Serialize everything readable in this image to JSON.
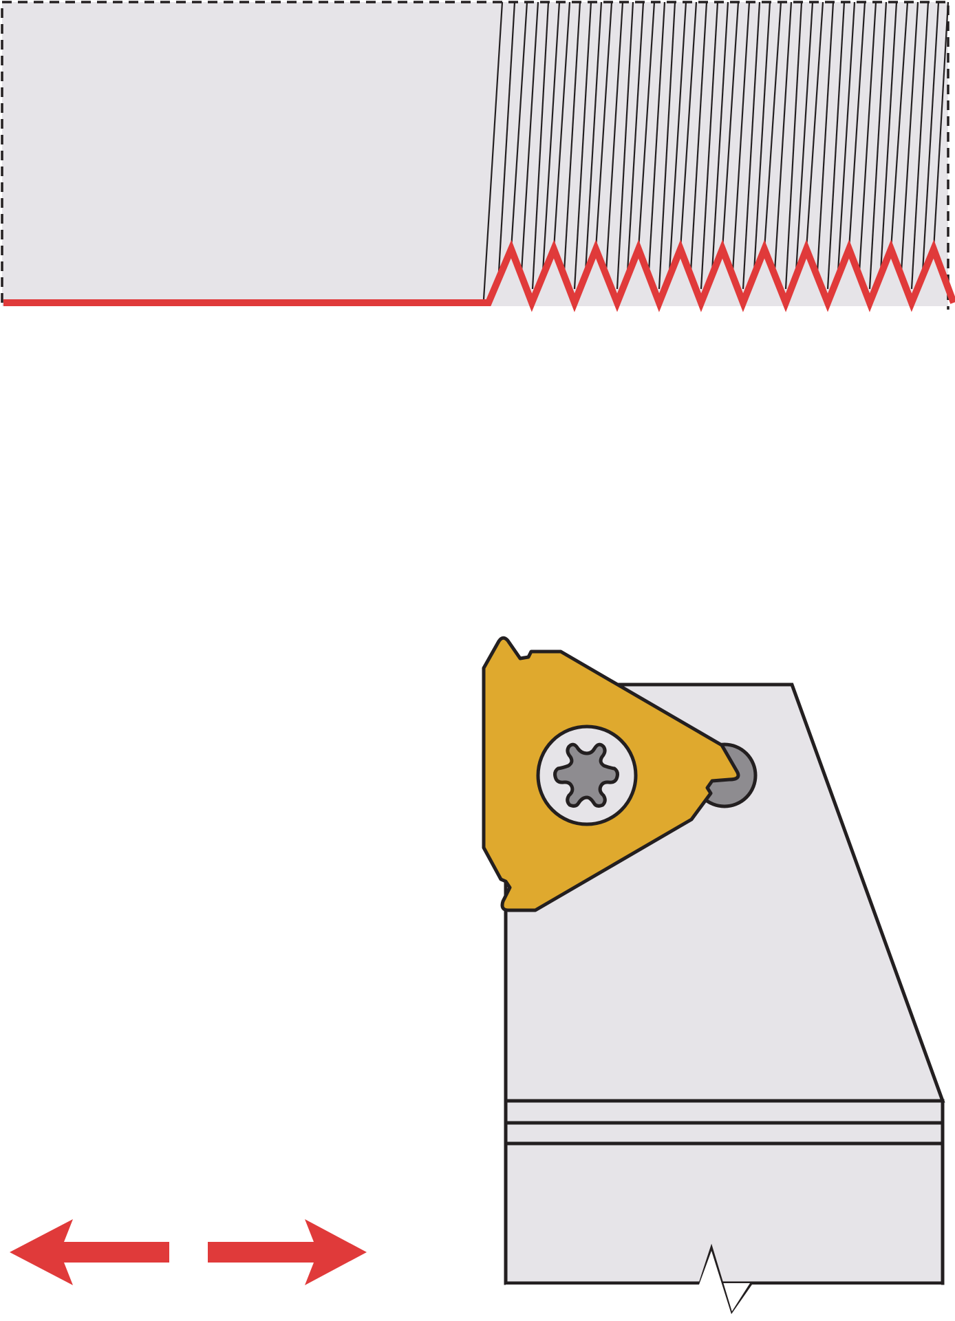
{
  "diagram": {
    "colors": {
      "background": "#ffffff",
      "workpiece_fill": "#e6e4e8",
      "outline": "#231f20",
      "thread_profile": "#e03a3a",
      "insert_fill": "#dfa92e",
      "screw_fill": "#8e8c90",
      "screw_head_fill": "#e6e4e8",
      "direction_arrows": "#e03a3a",
      "holder_fill": "#e6e4e8"
    },
    "parts": {
      "workpiece": "threaded-workpiece",
      "insert": "triangular-threading-insert",
      "screw": "torx-clamp-screw",
      "holder": "tool-holder",
      "arrows": "bidirectional-feed-arrows"
    }
  }
}
